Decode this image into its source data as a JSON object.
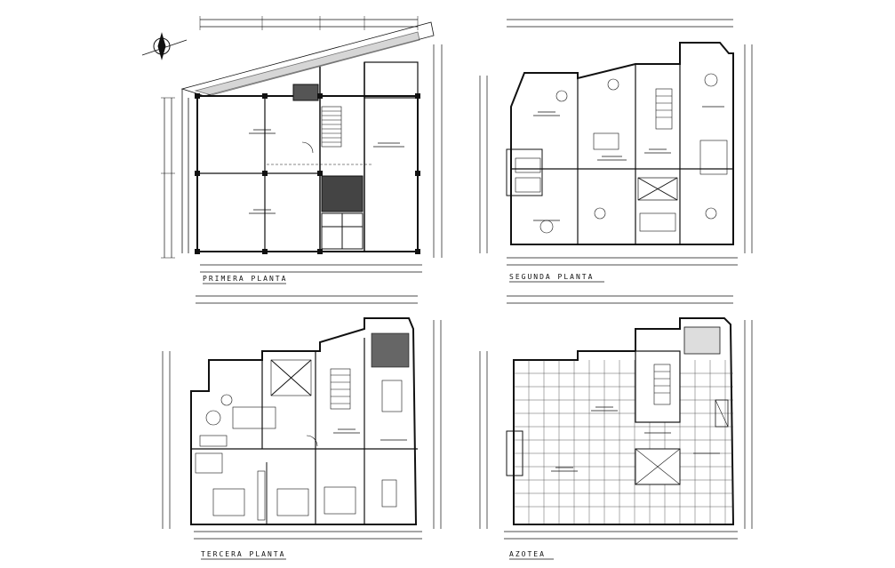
{
  "plans": [
    {
      "id": "primera",
      "title": "PRIMERA PLANTA"
    },
    {
      "id": "segunda",
      "title": "SEGUNDA PLANTA"
    },
    {
      "id": "tercera",
      "title": "TERCERA PLANTA"
    },
    {
      "id": "azotea",
      "title": "AZOTEA"
    }
  ],
  "icons": {
    "north_arrow": "north-arrow-icon"
  }
}
